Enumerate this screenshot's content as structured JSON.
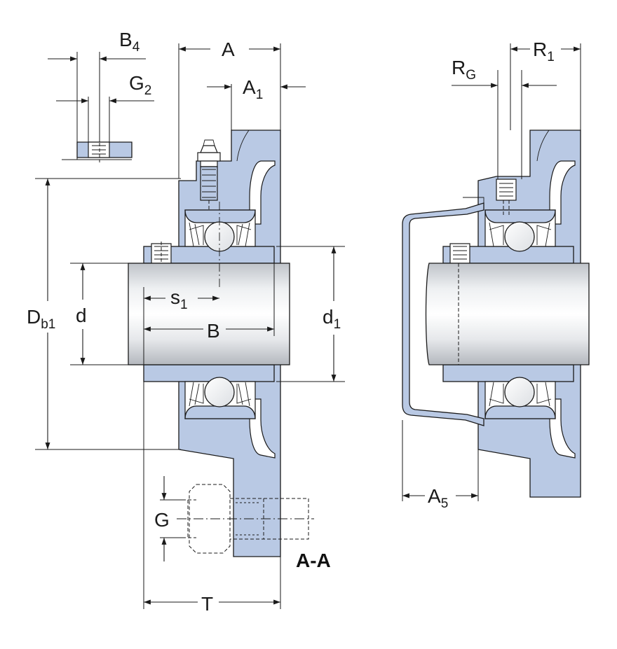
{
  "section_label": "A-A",
  "labels": {
    "A": "A",
    "A1": {
      "main": "A",
      "sub": "1"
    },
    "B4": {
      "main": "B",
      "sub": "4"
    },
    "G2": {
      "main": "G",
      "sub": "2"
    },
    "R1": {
      "main": "R",
      "sub": "1"
    },
    "RG": {
      "main": "R",
      "sub": "G"
    },
    "Db1": {
      "main": "D",
      "sub": "b1"
    },
    "d": "d",
    "d1": {
      "main": "d",
      "sub": "1"
    },
    "s1": {
      "main": "s",
      "sub": "1"
    },
    "B": "B",
    "G": "G",
    "T": "T",
    "A5": {
      "main": "A",
      "sub": "5"
    }
  },
  "colors": {
    "housing": "#b9c9e4",
    "line": "#1a1a1a",
    "background": "#ffffff"
  }
}
